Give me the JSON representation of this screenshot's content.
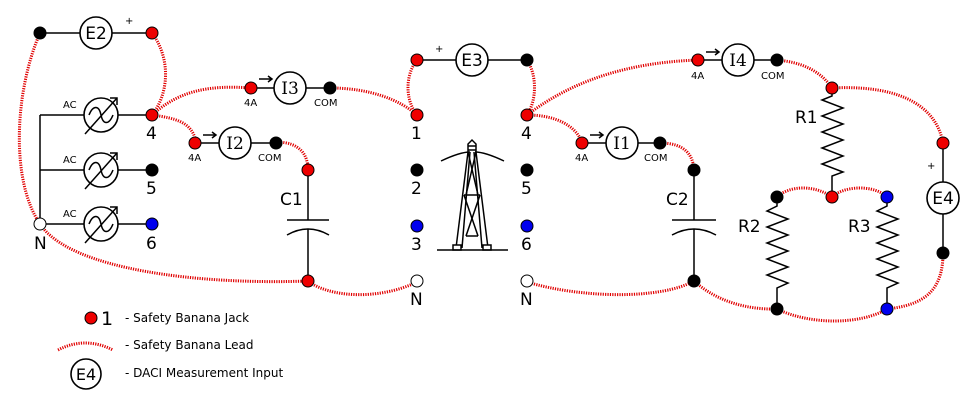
{
  "colors": {
    "jack_red": "#ee0000",
    "jack_black": "#000000",
    "jack_blue": "#0000ee",
    "jack_neutral": "#ffffff",
    "lead": "#e00000"
  },
  "sources": {
    "label": "AC",
    "terminals": [
      "4",
      "5",
      "6"
    ],
    "neutral": "N"
  },
  "meters": {
    "E2": {
      "label": "E2",
      "plus": "+"
    },
    "E3": {
      "label": "E3",
      "plus": "+"
    },
    "E4": {
      "label": "E4",
      "plus": "+"
    },
    "I1": {
      "label": "I1",
      "in": "4A",
      "out": "COM"
    },
    "I2": {
      "label": "I2",
      "in": "4A",
      "out": "COM"
    },
    "I3": {
      "label": "I3",
      "in": "4A",
      "out": "COM"
    },
    "I4": {
      "label": "I4",
      "in": "4A",
      "out": "COM"
    }
  },
  "panel": {
    "left_terminals": [
      "1",
      "2",
      "3",
      "N"
    ],
    "right_terminals": [
      "4",
      "5",
      "6",
      "N"
    ]
  },
  "components": {
    "C1": "C1",
    "C2": "C2",
    "R1": "R1",
    "R2": "R2",
    "R3": "R3"
  },
  "legend": {
    "jack_symbol": "1",
    "jack_text": "- Safety Banana Jack",
    "lead_text": "- Safety Banana Lead",
    "meter_symbol": "E4",
    "meter_text": "- DACI Measurement Input"
  }
}
